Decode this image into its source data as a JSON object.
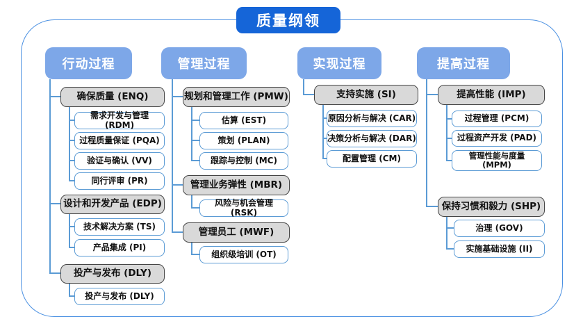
{
  "title": "质量纲领",
  "colors": {
    "title_bg": "#1565d8",
    "header_bg": "#7da7e8",
    "connector": "#5b9bd5",
    "frame_border": "#4a90e2",
    "group_fill": "#d9d9d9",
    "group_border": "#454545",
    "leaf_border": "#5b9bd5",
    "text_on_blue": "#ffffff",
    "text_dark": "#111111"
  },
  "columns": [
    {
      "header": "行动过程",
      "groups": [
        {
          "label": "确保质量 (ENQ)",
          "children": [
            "需求开发与管理 (RDM)",
            "过程质量保证 (PQA)",
            "验证与确认 (VV)",
            "同行评审 (PR)"
          ]
        },
        {
          "label": "设计和开发产品 (EDP)",
          "children": [
            "技术解决方案 (TS)",
            "产品集成 (PI)"
          ]
        },
        {
          "label": "投产与发布 (DLY)",
          "children": [
            "投产与发布 (DLY)"
          ]
        }
      ]
    },
    {
      "header": "管理过程",
      "groups": [
        {
          "label": "规划和管理工作 (PMW)",
          "children": [
            "估算 (EST)",
            "策划 (PLAN)",
            "跟踪与控制 (MC)"
          ]
        },
        {
          "label": "管理业务弹性 (MBR)",
          "children": [
            "风险与机会管理 (RSK)"
          ]
        },
        {
          "label": "管理员工 (MWF)",
          "children": [
            "组织级培训 (OT)"
          ]
        }
      ]
    },
    {
      "header": "实现过程",
      "groups": [
        {
          "label": "支持实施 (SI)",
          "children": [
            "原因分析与解决 (CAR)",
            "决策分析与解决 (DAR)",
            "配置管理 (CM)"
          ]
        }
      ]
    },
    {
      "header": "提高过程",
      "groups": [
        {
          "label": "提高性能 (IMP)",
          "children": [
            "过程管理 (PCM)",
            "过程资产开发 (PAD)",
            "管理性能与度量\n(MPM)"
          ]
        },
        {
          "label": "保持习惯和毅力 (SHP)",
          "children": [
            "治理 (GOV)",
            "实施基础设施 (II)"
          ]
        }
      ]
    }
  ]
}
